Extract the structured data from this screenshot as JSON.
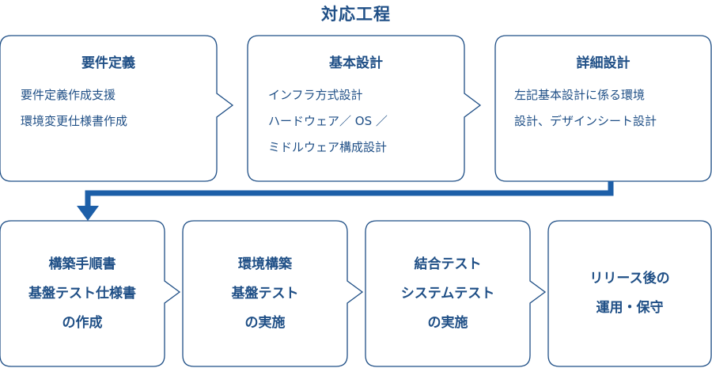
{
  "title": "対応工程",
  "colors": {
    "primary": "#1f4f86",
    "border": "#1f4f86",
    "arrow": "#1d5fa8"
  },
  "top_steps": [
    {
      "heading": "要件定義",
      "lines": [
        "要件定義作成支援",
        "環境変更仕様書作成"
      ]
    },
    {
      "heading": "基本設計",
      "lines": [
        "インフラ方式設計",
        "ハードウェア／ OS ／",
        "ミドルウェア構成設計"
      ]
    },
    {
      "heading": "詳細設計",
      "lines": [
        "左記基本設計に係る環境",
        "設計、デザインシート設計"
      ]
    }
  ],
  "bottom_steps": [
    {
      "lines": [
        "構築手順書",
        "基盤テスト仕様書",
        "の作成"
      ]
    },
    {
      "lines": [
        "環境構築",
        "基盤テスト",
        "の実施"
      ]
    },
    {
      "lines": [
        "結合テスト",
        "システムテスト",
        "の実施"
      ]
    },
    {
      "lines": [
        "リリース後の",
        "運用・保守"
      ]
    }
  ]
}
